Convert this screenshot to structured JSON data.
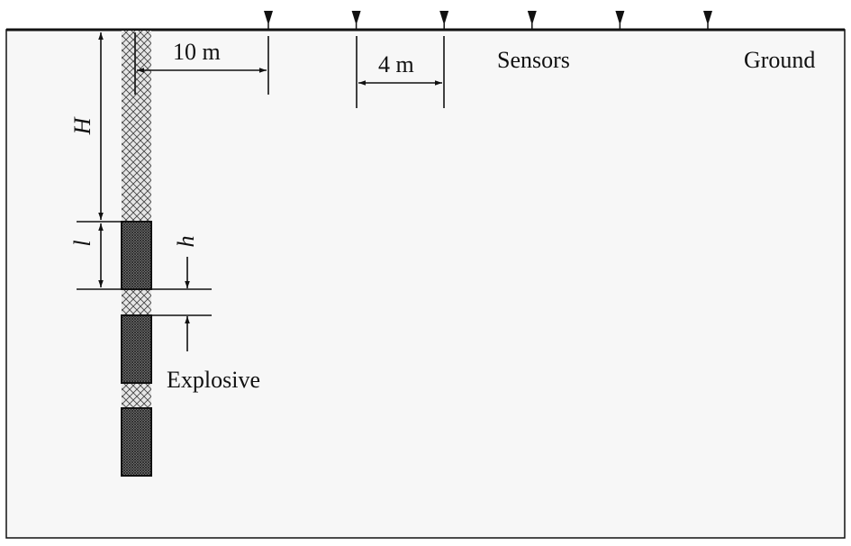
{
  "labels": {
    "distance_source": "10 m",
    "sensor_spacing": "4 m",
    "sensors": "Sensors",
    "ground": "Ground",
    "depth": "H",
    "charge_length": "l",
    "gap": "h",
    "explosive": "Explosive"
  },
  "sensor_count": 6,
  "charge_count": 3,
  "colors": {
    "line": "#111111",
    "background": "#f7f7f7",
    "charge": "#555555"
  }
}
